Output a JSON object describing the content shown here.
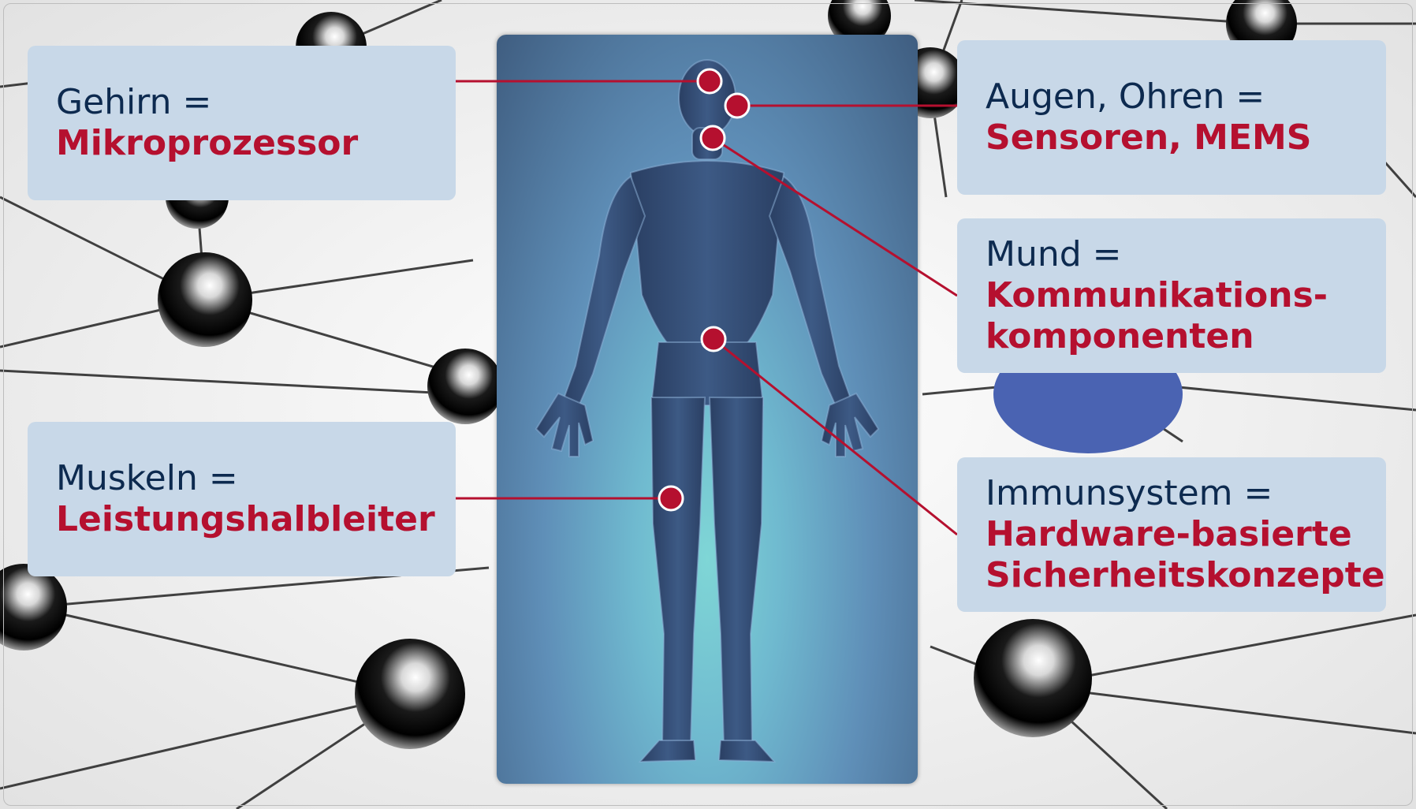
{
  "labels": {
    "gehirn": {
      "term": "Gehirn =",
      "equiv": "Mikroprozessor"
    },
    "augen": {
      "term": "Augen, Ohren =",
      "equiv": "Sensoren, MEMS"
    },
    "mund": {
      "term": "Mund =",
      "equiv_line1": "Kommunikations-",
      "equiv_line2": "komponenten"
    },
    "muskeln": {
      "term": "Muskeln =",
      "equiv": "Leistungshalbleiter"
    },
    "immun": {
      "term": "Immunsystem =",
      "equiv_line1": "Hardware-basierte",
      "equiv_line2": "Sicherheitskonzepte"
    }
  },
  "colors": {
    "accent": "#b5102f",
    "term_text": "#0d2a4f",
    "box_fill": "#c8d8e8"
  }
}
